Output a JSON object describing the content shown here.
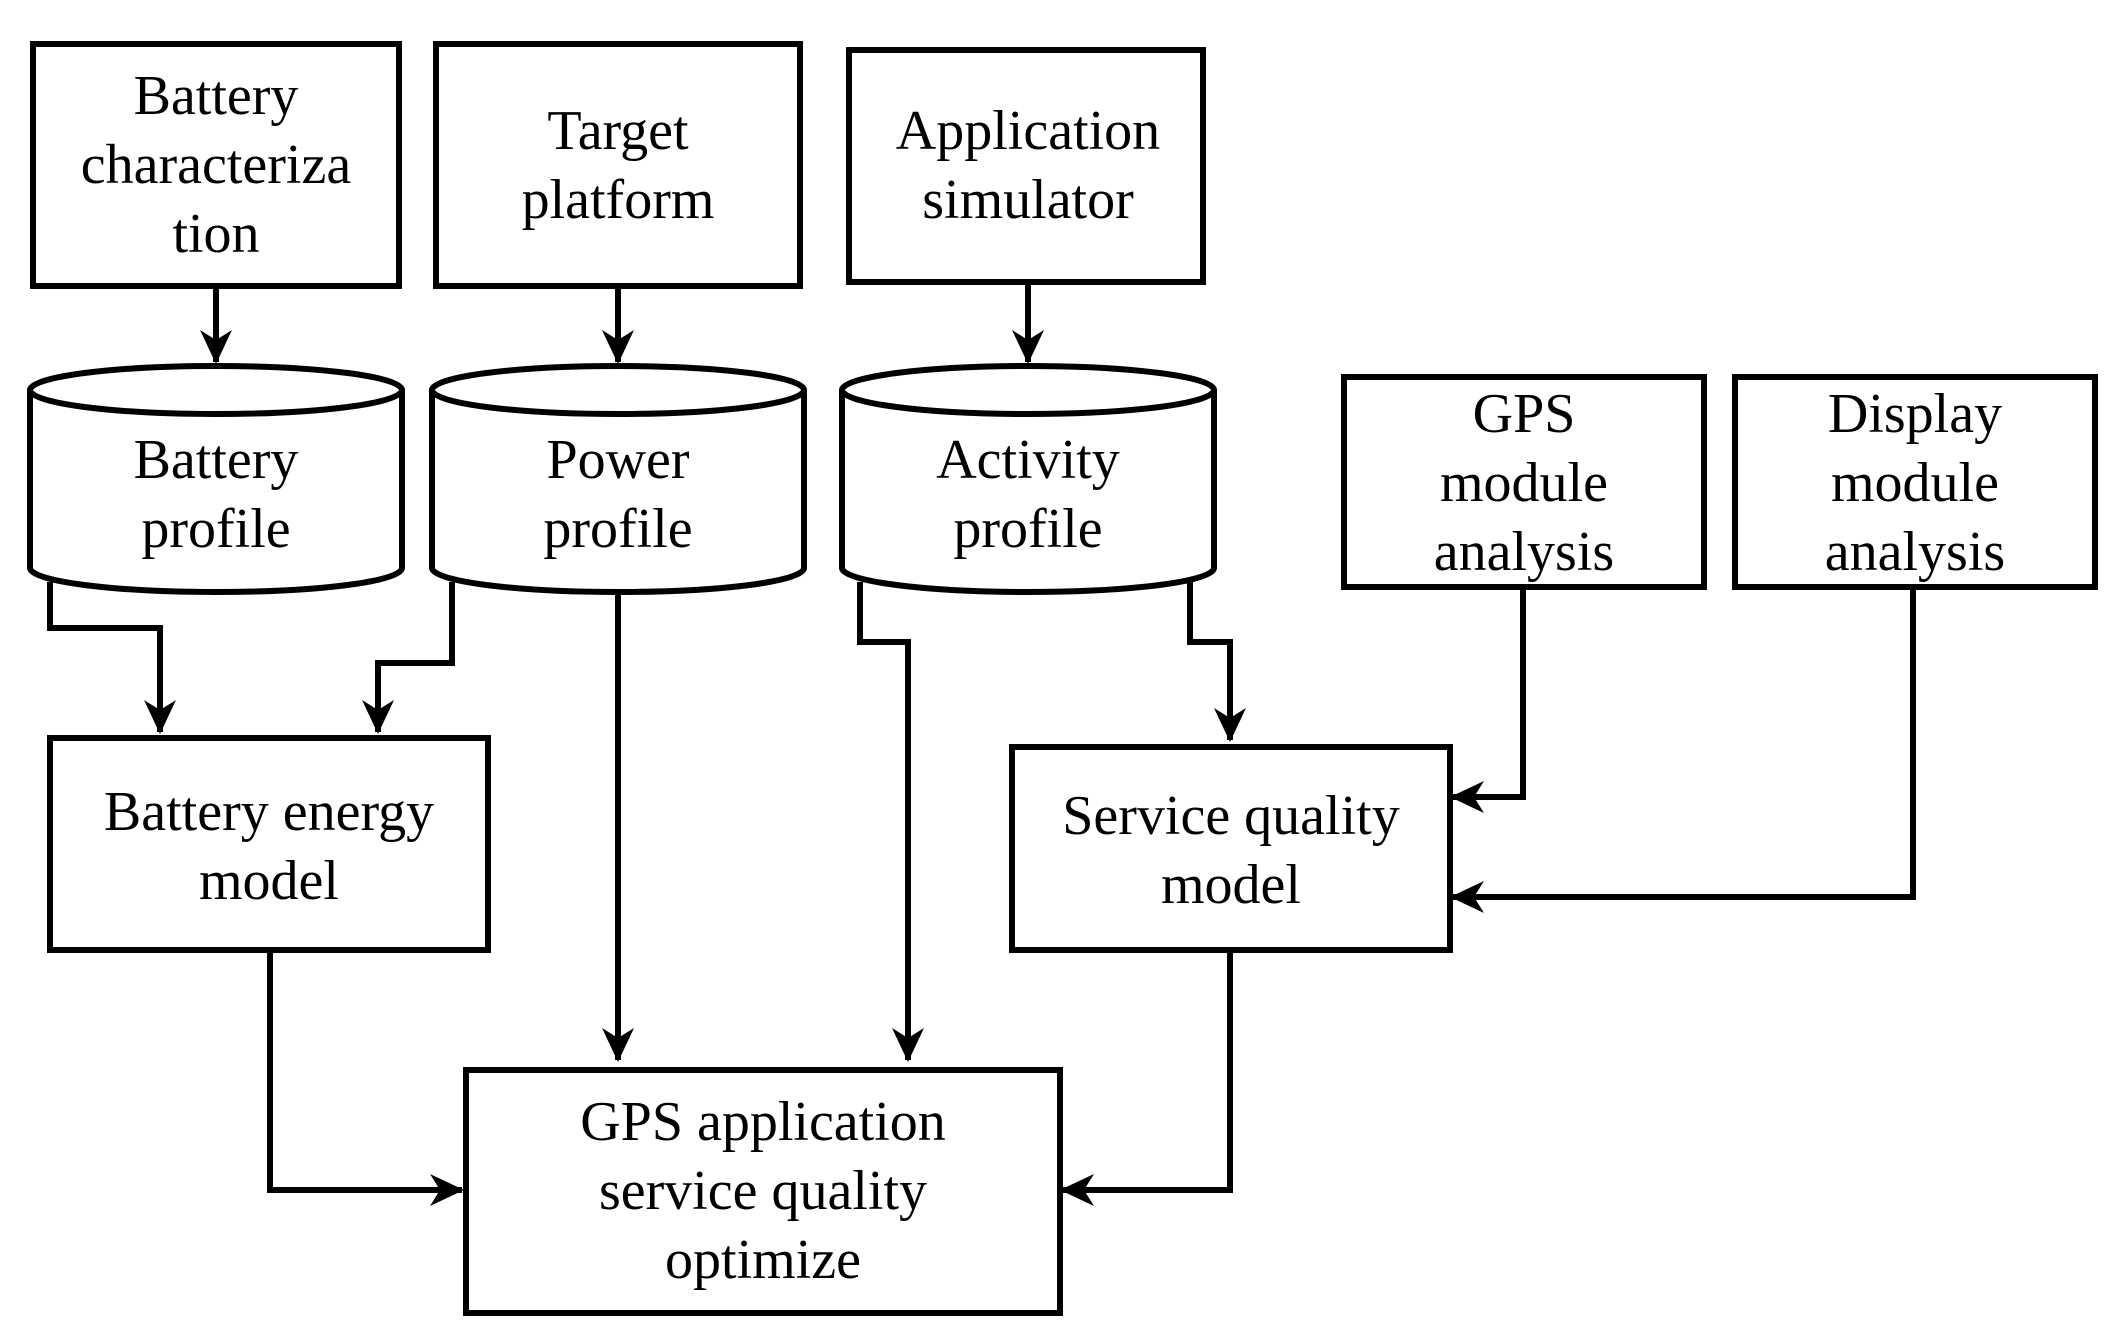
{
  "diagram": {
    "nodes": {
      "battery_characterization": [
        "Battery",
        "characteriza",
        "tion"
      ],
      "target_platform": [
        "Target",
        "platform"
      ],
      "application_simulator": [
        "Application",
        "simulator"
      ],
      "battery_profile": [
        "Battery",
        "profile"
      ],
      "power_profile": [
        "Power",
        "profile"
      ],
      "activity_profile": [
        "Activity",
        "profile"
      ],
      "gps_module_analysis": [
        "GPS",
        "module",
        "analysis"
      ],
      "display_module_analysis": [
        "Display",
        "module",
        "analysis"
      ],
      "battery_energy_model": [
        "Battery energy",
        "model"
      ],
      "service_quality_model": [
        "Service quality",
        "model"
      ],
      "gps_optimize": [
        "GPS application",
        "service quality",
        "optimize"
      ]
    },
    "edges": [
      {
        "from": "battery_characterization",
        "to": "battery_profile"
      },
      {
        "from": "target_platform",
        "to": "power_profile"
      },
      {
        "from": "application_simulator",
        "to": "activity_profile"
      },
      {
        "from": "battery_profile",
        "to": "battery_energy_model"
      },
      {
        "from": "power_profile",
        "to": "battery_energy_model"
      },
      {
        "from": "power_profile",
        "to": "gps_optimize"
      },
      {
        "from": "activity_profile",
        "to": "gps_optimize"
      },
      {
        "from": "activity_profile",
        "to": "service_quality_model"
      },
      {
        "from": "gps_module_analysis",
        "to": "service_quality_model"
      },
      {
        "from": "display_module_analysis",
        "to": "service_quality_model"
      },
      {
        "from": "battery_energy_model",
        "to": "gps_optimize"
      },
      {
        "from": "service_quality_model",
        "to": "gps_optimize"
      }
    ],
    "colors": {
      "stroke": "#000000",
      "fill": "#ffffff"
    }
  }
}
